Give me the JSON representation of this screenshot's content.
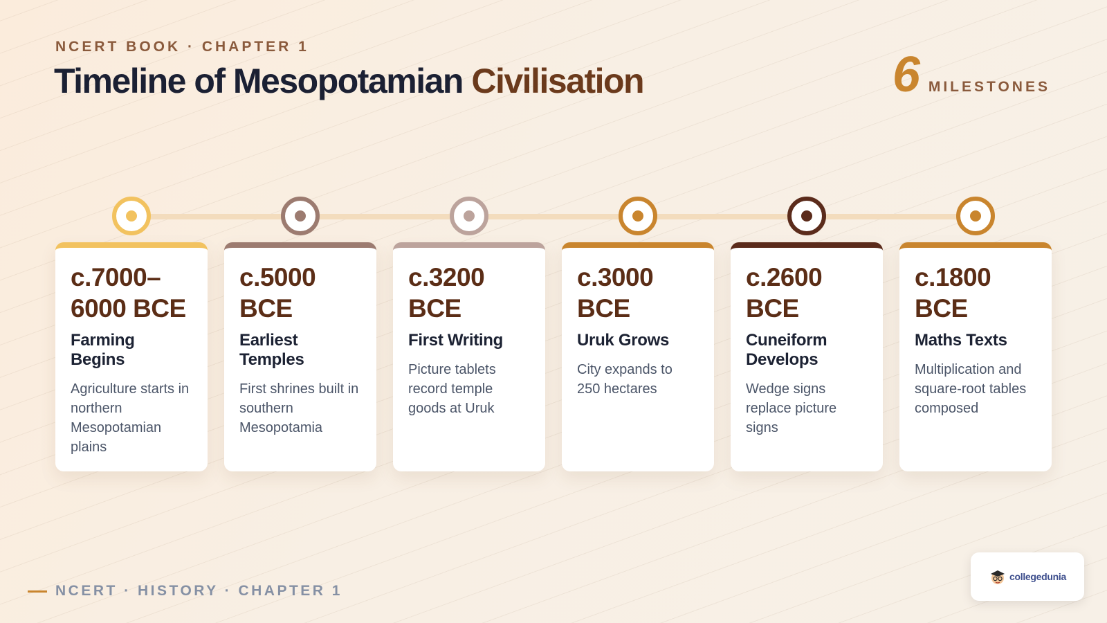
{
  "header": {
    "eyebrow": "NCERT BOOK · CHAPTER 1",
    "title_main": "Timeline of Mesopotamian ",
    "title_accent": "Civilisation",
    "count_value": "6",
    "count_label": "MILESTONES"
  },
  "milestones": [
    {
      "date": "c.7000–6000 BCE",
      "title": "Farming Begins",
      "description": "Agriculture starts in northern Mesopotamian plains",
      "color": "#f2c25f"
    },
    {
      "date": "c.5000 BCE",
      "title": "Earliest Temples",
      "description": "First shrines built in southern Mesopotamia",
      "color": "#9c7b70"
    },
    {
      "date": "c.3200 BCE",
      "title": "First Writing",
      "description": "Picture tablets record temple goods at Uruk",
      "color": "#bca39c"
    },
    {
      "date": "c.3000 BCE",
      "title": "Uruk Grows",
      "description": "City expands to 250 hectares",
      "color": "#c9852e"
    },
    {
      "date": "c.2600 BCE",
      "title": "Cuneiform Develops",
      "description": "Wedge signs replace picture signs",
      "color": "#5b2b1b"
    },
    {
      "date": "c.1800 BCE",
      "title": "Maths Texts",
      "description": "Multiplication and square-root tables composed",
      "color": "#c9852e"
    }
  ],
  "footer": {
    "text": "NCERT · HISTORY · CHAPTER 1",
    "logo_text": "collegedunia"
  },
  "colors": {
    "title_dark": "#1b2033",
    "title_accent": "#6b3a1c",
    "count_accent": "#c9852e",
    "date_text": "#5b2d16",
    "connector": "#f3dcbd"
  }
}
